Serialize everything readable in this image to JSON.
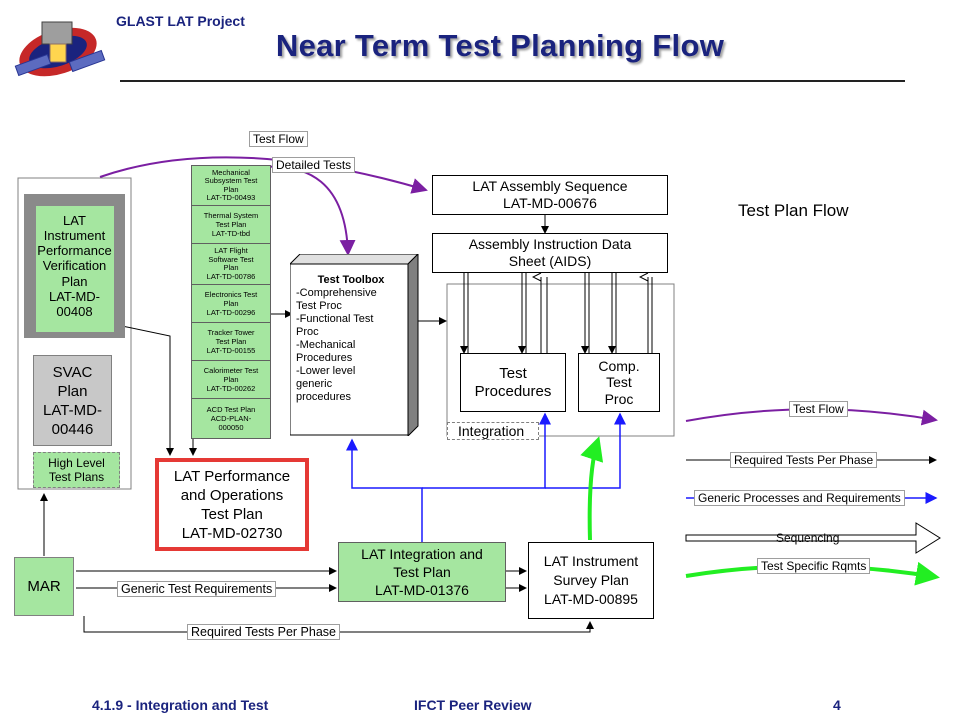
{
  "header": {
    "project": "GLAST LAT Project",
    "title": "Near Term Test Planning Flow"
  },
  "footer": {
    "left": "4.1.9 - Integration and Test",
    "center": "IFCT Peer Review",
    "page": "4"
  },
  "diagram": {
    "ipvp": [
      "LAT",
      "Instrument",
      "Performance",
      "Verification",
      "Plan",
      "LAT-MD-",
      "00408"
    ],
    "svac": [
      "SVAC",
      "Plan",
      "LAT-MD-",
      "00446"
    ],
    "high_level": [
      "High Level",
      "Test Plans"
    ],
    "mar": "MAR",
    "subsystem_plans": [
      [
        "Mechanical",
        "Subsystem Test",
        "Plan",
        "LAT-TD-00493"
      ],
      [
        "Thermal System",
        "Test Plan",
        "LAT-TD-tbd"
      ],
      [
        "LAT Flight",
        "Software Test",
        "Plan",
        "LAT-TD-00786"
      ],
      [
        "Electronics Test",
        "Plan",
        "LAT-TD-00296"
      ],
      [
        "Tracker Tower",
        "Test Plan",
        "LAT-TD-00155"
      ],
      [
        "Calorimeter Test",
        "Plan",
        "LAT-TD-00262"
      ],
      [
        "ACD Test Plan",
        "ACD-PLAN-",
        "000050"
      ]
    ],
    "toolbox": {
      "title": "Test Toolbox",
      "lines": [
        "-Comprehensive",
        "Test Proc",
        "-Functional Test",
        "Proc",
        "-Mechanical",
        "Procedures",
        "-Lower level",
        "generic",
        "procedures"
      ]
    },
    "assembly_sequence": [
      "LAT Assembly Sequence",
      "LAT-MD-00676"
    ],
    "aids": [
      "Assembly Instruction Data",
      "Sheet (AIDS)"
    ],
    "test_procedures": [
      "Test",
      "Procedures"
    ],
    "comp_test_proc": [
      "Comp.",
      "Test",
      "Proc"
    ],
    "integration_label": "Integration",
    "perf_ops_plan": [
      "LAT Performance",
      "and Operations",
      "Test Plan",
      "LAT-MD-02730"
    ],
    "int_test_plan": [
      "LAT Integration and",
      "Test Plan",
      "LAT-MD-01376"
    ],
    "survey_plan": [
      "LAT Instrument",
      "Survey Plan",
      "LAT-MD-00895"
    ],
    "labels": {
      "test_flow_top": "Test Flow",
      "detailed_tests": "Detailed Tests",
      "generic_test_reqs": "Generic Test Requirements",
      "required_tests_bottom": "Required Tests Per Phase"
    }
  },
  "legend": {
    "title": "Test Plan Flow",
    "items": [
      {
        "label": "Test Flow",
        "color": "#7b1fa2"
      },
      {
        "label": "Required Tests Per Phase",
        "color": "#000000"
      },
      {
        "label": "Generic Processes and Requirements",
        "color": "#1a1aff"
      },
      {
        "label": "Sequencing",
        "color": "#000000"
      },
      {
        "label": "Test Specific Rqmts",
        "color": "#22dd22"
      }
    ]
  },
  "colors": {
    "title": "#1a237e",
    "green_box": "#a5e6a0",
    "gray_box": "#c8c8c8",
    "purple": "#7b1fa2",
    "blue": "#1a1aff",
    "bright_green": "#22ee22",
    "red": "#e53935"
  }
}
